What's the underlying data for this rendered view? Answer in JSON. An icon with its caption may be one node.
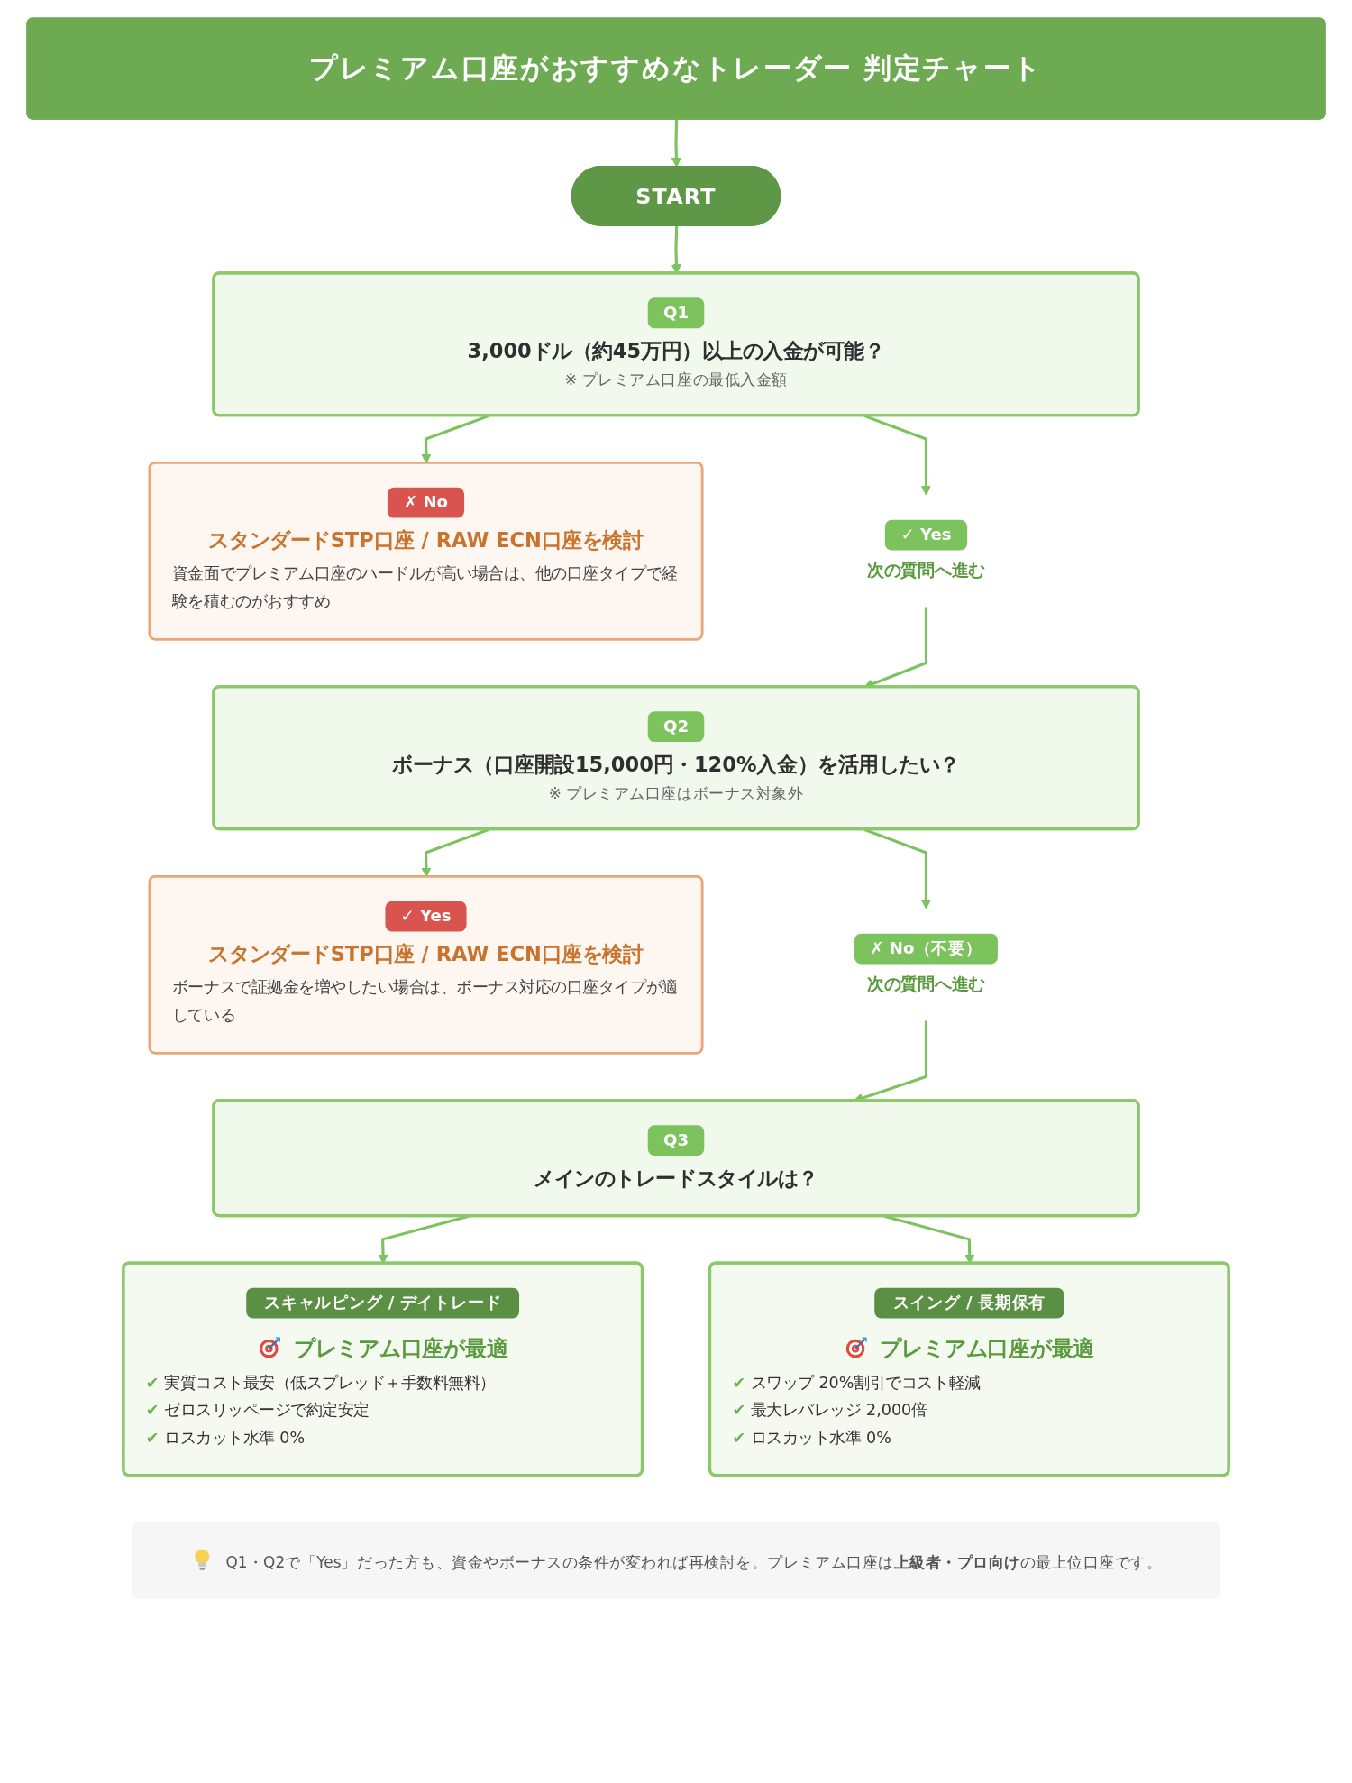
{
  "diagram": {
    "nodes": [
      {
        "text": [
          "プレミアム口座がおすすめなトレーダー 判定チャート"
        ]
      },
      {
        "text": [
          "START"
        ]
      },
      {
        "text": [
          "Q1",
          "3,000ドル（約45万円）以上の入金が可能？",
          "※ プレミアム口座の最低入金額"
        ]
      },
      {
        "text": [
          "✗ No",
          "スタンダードSTP口座 / RAW ECN口座を検討",
          "資金面でプレミアム口座のハードルが高い場合は、他の口座タイプで経験を積むのがおすすめ"
        ]
      },
      {
        "text": [
          "✓ Yes",
          "次の質問へ進む"
        ]
      },
      {
        "text": [
          "Q2",
          "ボーナス（口座開設15,000円・120%入金）を活用したい？",
          "※ プレミアム口座はボーナス対象外"
        ]
      },
      {
        "text": [
          "✓ Yes",
          "スタンダードSTP口座 / RAW ECN口座を検討",
          "ボーナスで証拠金を増やしたい場合は、ボーナス対応の口座タイプが適している"
        ]
      },
      {
        "text": [
          "✗ No（不要）",
          "次の質問へ進む"
        ]
      },
      {
        "text": [
          "Q3",
          "メインのトレードスタイルは？"
        ]
      },
      {
        "text": [
          "スキャルピング / デイトレード",
          "プレミアム口座が最適",
          "✔ 実質コスト最安（低スプレッド＋手数料無料）",
          "✔ ゼロスリッページで約定安定",
          "✔ ロスカット水準 0%"
        ]
      },
      {
        "text": [
          "スイング / 長期保有",
          "プレミアム口座が最適",
          "✔ スワップ 20%割引でコスト軽減",
          "✔ 最大レバレッジ 2,000倍",
          "✔ ロスカット水準 0%"
        ]
      },
      {
        "text": [
          "Q1・Q2で「Yes」だった方も、資金やボーナスの条件が変われば再検討を。プレミアム口座は**上級者・プロ向け**の最上位口座です。"
        ]
      }
    ],
    "edges": [
      {
        "from": 0,
        "to": 1,
        "arrow": "to"
      },
      {
        "from": 1,
        "to": 2,
        "arrow": "to"
      },
      {
        "from": 2,
        "to": 3,
        "arrow": "to"
      },
      {
        "from": 2,
        "to": 4,
        "arrow": "to"
      },
      {
        "from": 4,
        "to": 5,
        "arrow": "to"
      },
      {
        "from": 5,
        "to": 6,
        "arrow": "to"
      },
      {
        "from": 5,
        "to": 7,
        "arrow": "to"
      },
      {
        "from": 7,
        "to": 8,
        "arrow": "to"
      },
      {
        "from": 8,
        "to": 9,
        "arrow": "to"
      },
      {
        "from": 8,
        "to": 10,
        "arrow": "to"
      }
    ]
  }
}
